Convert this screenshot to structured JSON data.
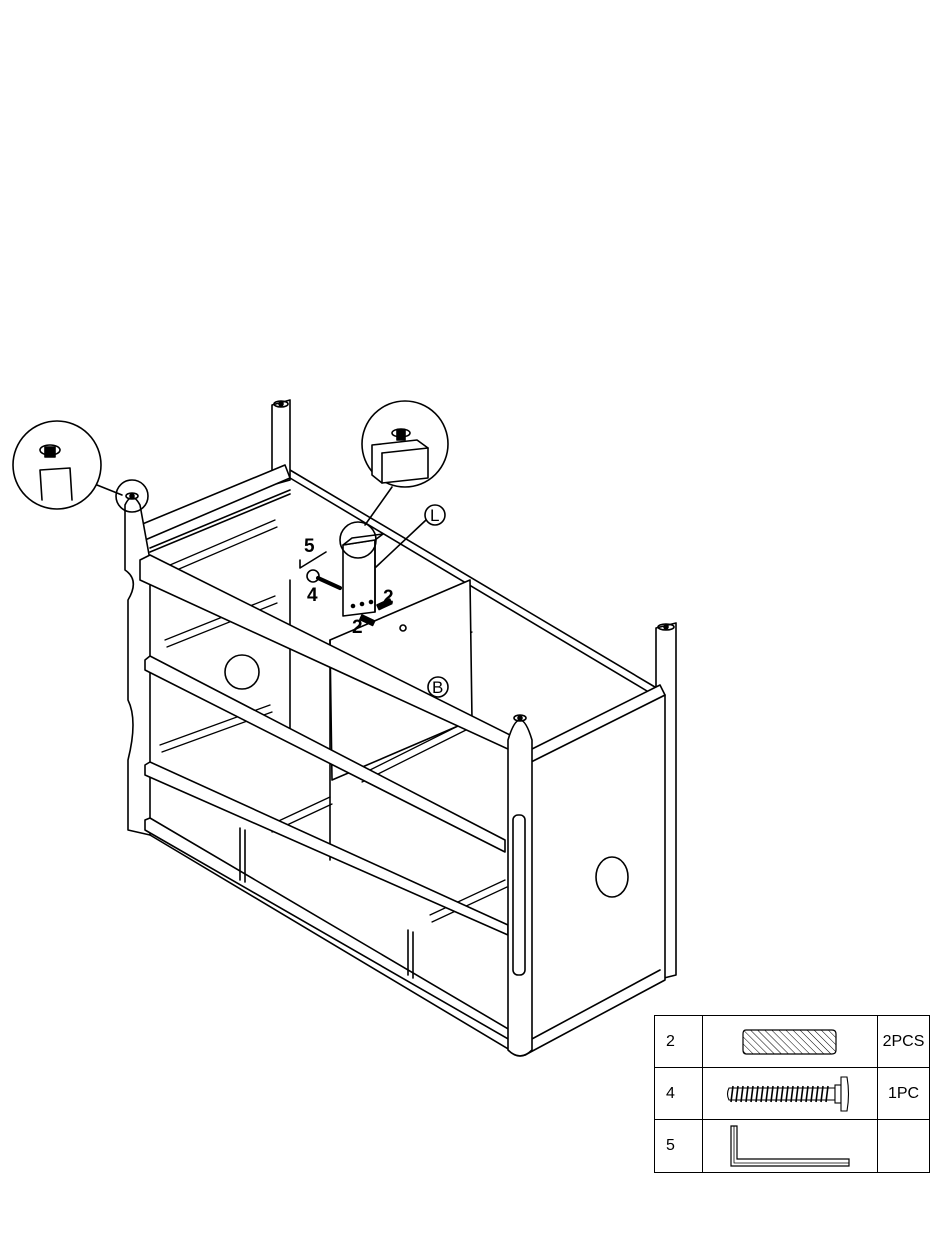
{
  "callouts": {
    "step_allen_key": "5",
    "step_bolt": "4",
    "step_dowel_right": "2",
    "step_dowel_bottom": "2",
    "panel_L": "L",
    "panel_B": "B"
  },
  "parts": [
    {
      "number": "2",
      "icon": "wooden-dowel-icon",
      "quantity": "2PCS"
    },
    {
      "number": "4",
      "icon": "bolt-icon",
      "quantity": "1PC"
    },
    {
      "number": "5",
      "icon": "allen-key-icon",
      "quantity": ""
    }
  ]
}
